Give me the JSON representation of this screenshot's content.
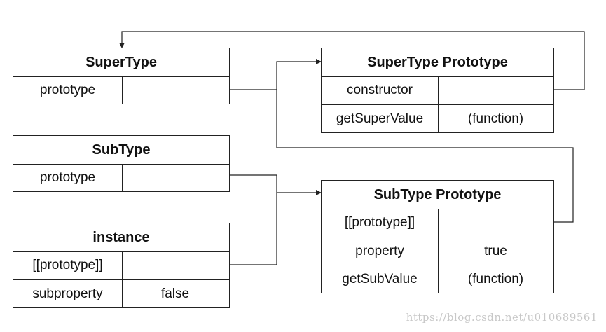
{
  "supertype": {
    "title": "SuperType",
    "rows": [
      {
        "key": "prototype",
        "value": ""
      }
    ]
  },
  "subtype": {
    "title": "SubType",
    "rows": [
      {
        "key": "prototype",
        "value": ""
      }
    ]
  },
  "instance": {
    "title": "instance",
    "rows": [
      {
        "key": "[[prototype]]",
        "value": ""
      },
      {
        "key": "subproperty",
        "value": "false"
      }
    ]
  },
  "supertype_prototype": {
    "title": "SuperType Prototype",
    "rows": [
      {
        "key": "constructor",
        "value": ""
      },
      {
        "key": "getSuperValue",
        "value": "(function)"
      }
    ]
  },
  "subtype_prototype": {
    "title": "SubType Prototype",
    "rows": [
      {
        "key": "[[prototype]]",
        "value": ""
      },
      {
        "key": "property",
        "value": "true"
      },
      {
        "key": "getSubValue",
        "value": "(function)"
      }
    ]
  },
  "watermark": "https://blog.csdn.net/u010689561",
  "colors": {
    "line": "#222222",
    "watermark": "#c8c8c8"
  }
}
